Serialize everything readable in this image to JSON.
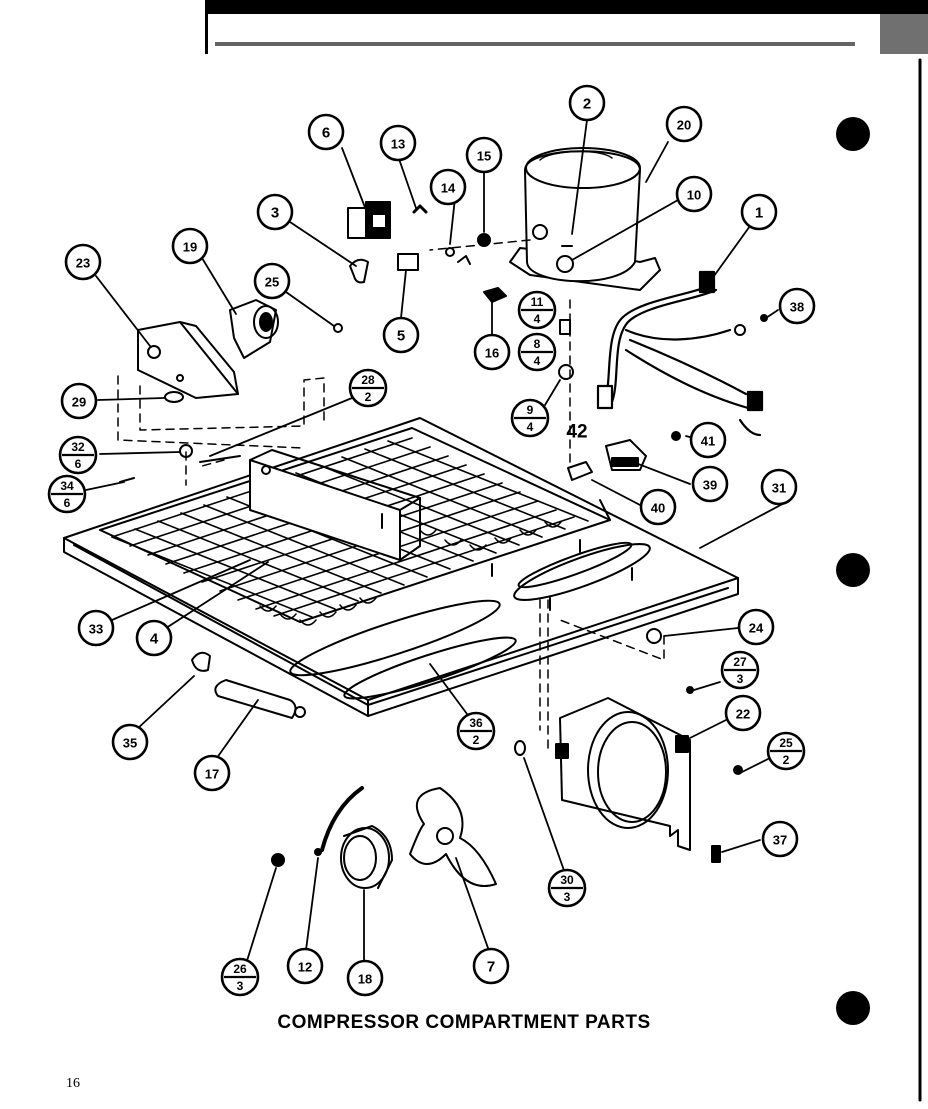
{
  "title": "COMPRESSOR COMPARTMENT PARTS",
  "page_number": "16",
  "callouts": [
    {
      "id": "c1",
      "label": "1"
    },
    {
      "id": "c2",
      "label": "2"
    },
    {
      "id": "c3",
      "label": "3"
    },
    {
      "id": "c4",
      "label": "4"
    },
    {
      "id": "c5",
      "label": "5"
    },
    {
      "id": "c6",
      "label": "6"
    },
    {
      "id": "c7",
      "label": "7"
    },
    {
      "id": "c10",
      "label": "10"
    },
    {
      "id": "c12",
      "label": "12"
    },
    {
      "id": "c13",
      "label": "13"
    },
    {
      "id": "c14",
      "label": "14"
    },
    {
      "id": "c15",
      "label": "15"
    },
    {
      "id": "c16",
      "label": "16"
    },
    {
      "id": "c17",
      "label": "17"
    },
    {
      "id": "c18",
      "label": "18"
    },
    {
      "id": "c19",
      "label": "19"
    },
    {
      "id": "c20",
      "label": "20"
    },
    {
      "id": "c22",
      "label": "22"
    },
    {
      "id": "c23",
      "label": "23"
    },
    {
      "id": "c24",
      "label": "24"
    },
    {
      "id": "c25",
      "label": "25"
    },
    {
      "id": "c29",
      "label": "29"
    },
    {
      "id": "c31",
      "label": "31"
    },
    {
      "id": "c33",
      "label": "33"
    },
    {
      "id": "c35",
      "label": "35"
    },
    {
      "id": "c37",
      "label": "37"
    },
    {
      "id": "c38",
      "label": "38"
    },
    {
      "id": "c39",
      "label": "39"
    },
    {
      "id": "c40",
      "label": "40"
    },
    {
      "id": "c41",
      "label": "41"
    },
    {
      "id": "c42",
      "label": "42"
    }
  ],
  "fraction_callouts": [
    {
      "id": "f11_4",
      "num": "11",
      "den": "4"
    },
    {
      "id": "f8_4",
      "num": "8",
      "den": "4"
    },
    {
      "id": "f9_4",
      "num": "9",
      "den": "4"
    },
    {
      "id": "f28_2",
      "num": "28",
      "den": "2"
    },
    {
      "id": "f32_6",
      "num": "32",
      "den": "6"
    },
    {
      "id": "f34_6",
      "num": "34",
      "den": "6"
    },
    {
      "id": "f27_3",
      "num": "27",
      "den": "3"
    },
    {
      "id": "f25_2",
      "num": "25",
      "den": "2"
    },
    {
      "id": "f36_2",
      "num": "36",
      "den": "2"
    },
    {
      "id": "f30_3",
      "num": "30",
      "den": "3"
    },
    {
      "id": "f26_3",
      "num": "26",
      "den": "3"
    }
  ]
}
